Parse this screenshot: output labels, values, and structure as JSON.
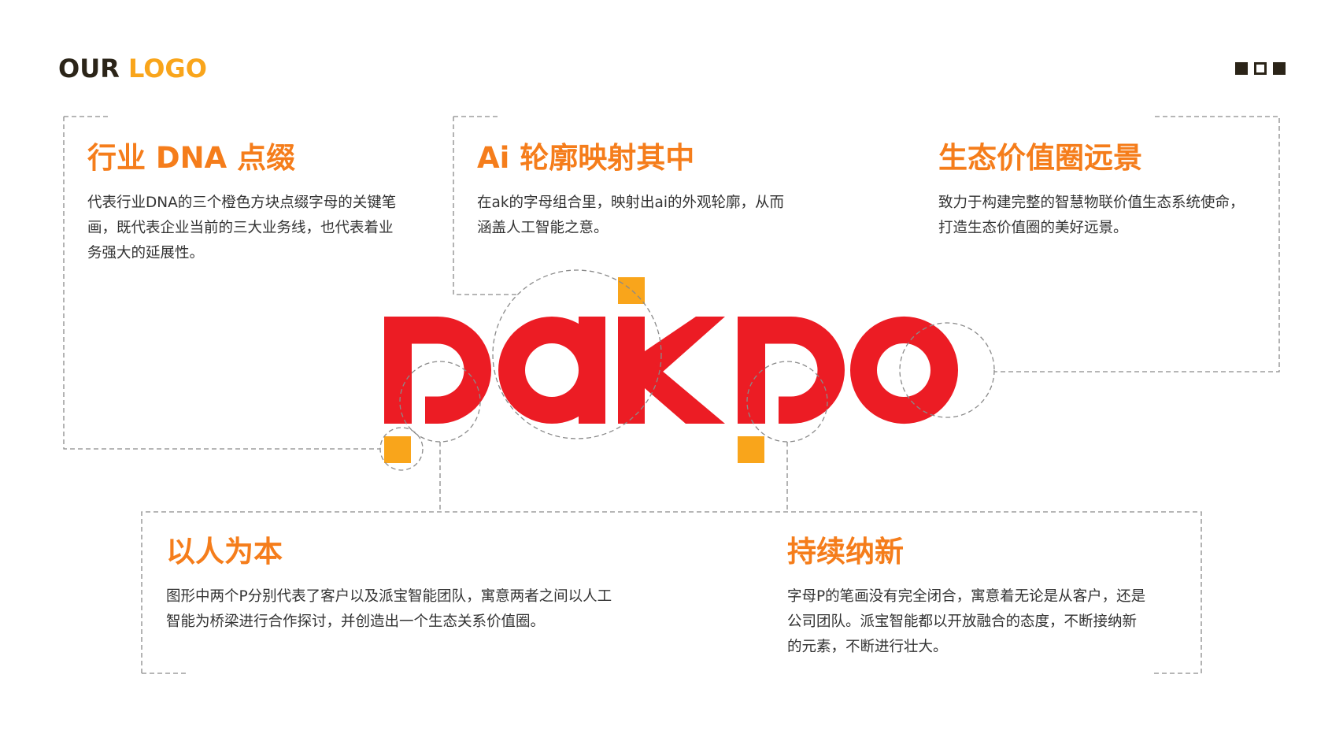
{
  "header": {
    "title_part1": "OUR",
    "title_part2": "LOGO"
  },
  "pager": {
    "icons": [
      "filled-square",
      "hollow-square",
      "filled-square"
    ]
  },
  "logo": {
    "wordmark": "pakpo"
  },
  "colors": {
    "heading": "#f57d1b",
    "logo_red": "#ec1c24",
    "accent_orange": "#f9a51b",
    "dark": "#2b2418"
  },
  "sections": [
    {
      "title": "行业 DNA 点缀",
      "lines": [
        "代表行业DNA的三个橙色方块点缀字母的关键笔",
        "画，既代表企业当前的三大业务线，也代表着业",
        "务强大的延展性。"
      ]
    },
    {
      "title": "Ai 轮廓映射其中",
      "lines": [
        "在ak的字母组合里，映射出ai的外观轮廓，从而",
        "涵盖人工智能之意。"
      ]
    },
    {
      "title": "生态价值圈远景",
      "lines": [
        "致力于构建完整的智慧物联价值生态系统使命，",
        "打造生态价值圈的美好远景。"
      ]
    },
    {
      "title": "以人为本",
      "lines": [
        "图形中两个P分别代表了客户以及派宝智能团队，寓意两者之间以人工",
        "智能为桥梁进行合作探讨，并创造出一个生态关系价值圈。"
      ]
    },
    {
      "title": "持续纳新",
      "lines": [
        "字母P的笔画没有完全闭合，寓意着无论是从客户，还是",
        "公司团队。派宝智能都以开放融合的态度，不断接纳新",
        "的元素，不断进行壮大。"
      ]
    }
  ]
}
